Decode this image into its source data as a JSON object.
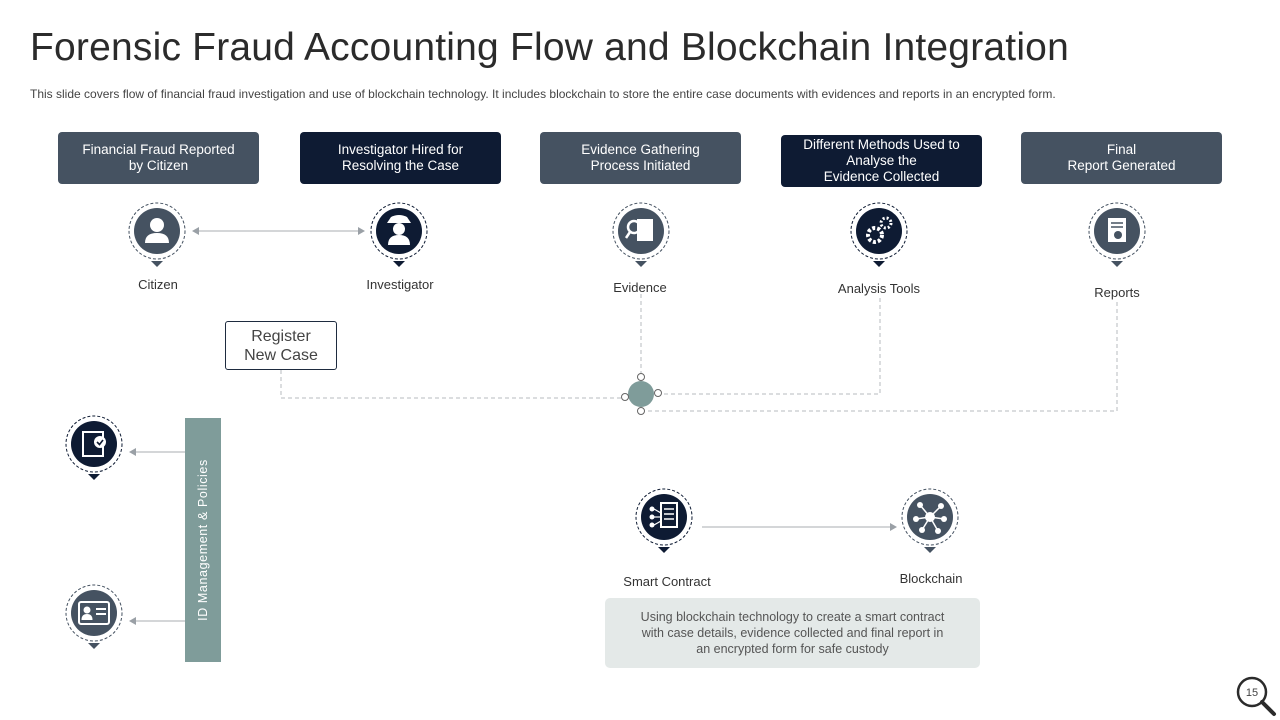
{
  "title": "Forensic Fraud Accounting Flow and Blockchain Integration",
  "subtitle": "This slide covers flow of financial fraud investigation and use of blockchain technology. It includes blockchain to store the entire case documents with evidences and reports in an encrypted form.",
  "steps": [
    {
      "label": "Financial Fraud Reported\nby Citizen"
    },
    {
      "label": "Investigator Hired for\nResolving the Case"
    },
    {
      "label": "Evidence Gathering\nProcess Initiated"
    },
    {
      "label": "Different Methods Used to\nAnalyse the\nEvidence Collected"
    },
    {
      "label": "Final\nReport Generated"
    }
  ],
  "nodes": [
    {
      "label": "Citizen",
      "icon": "person-icon"
    },
    {
      "label": "Investigator",
      "icon": "detective-icon"
    },
    {
      "label": "Evidence",
      "icon": "magnifier-document-icon"
    },
    {
      "label": "Analysis Tools",
      "icon": "gears-icon"
    },
    {
      "label": "Reports",
      "icon": "report-icon"
    }
  ],
  "register_case": "Register\nNew Case",
  "id_management": "ID Management & Policies",
  "side_icons": [
    {
      "icon": "verified-document-icon"
    },
    {
      "icon": "id-card-icon"
    }
  ],
  "smart_contract": {
    "label": "Smart Contract",
    "icon": "smart-contract-icon"
  },
  "blockchain": {
    "label": "Blockchain",
    "icon": "network-icon"
  },
  "note": "Using blockchain technology to create a smart contract\nwith case details, evidence collected and final report in\nan encrypted form for safe custody",
  "page_number": "15",
  "colors": {
    "dark": "#0e1b33",
    "mid": "#455261",
    "teal": "#7f9c9a",
    "note_bg": "#e4e9e8"
  }
}
